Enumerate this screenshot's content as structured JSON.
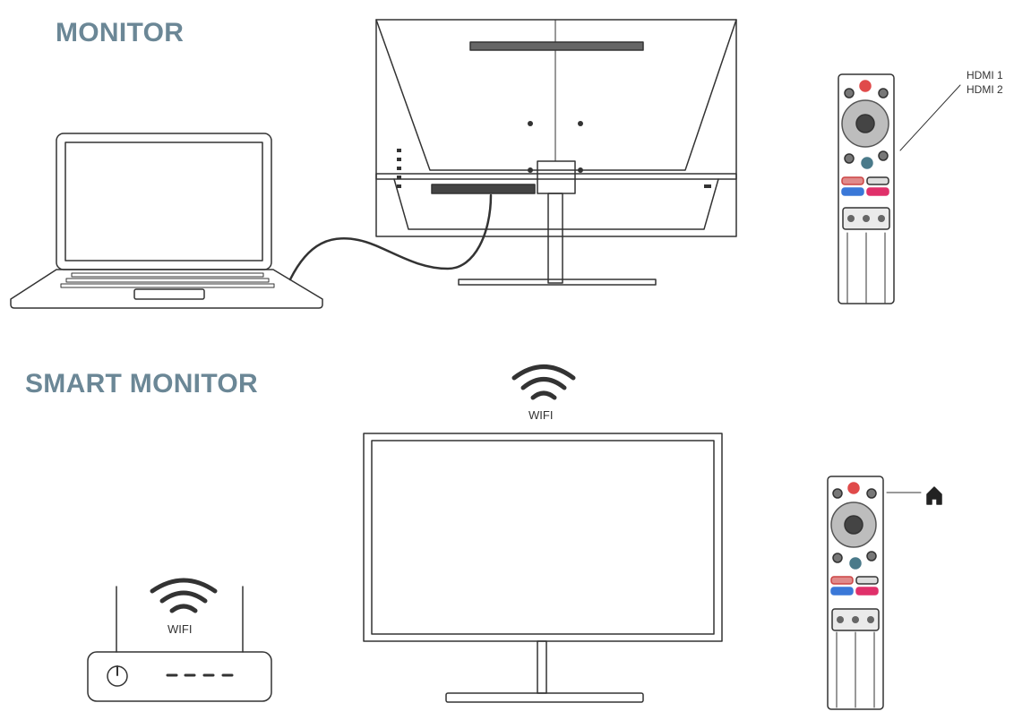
{
  "sections": {
    "monitor_title": "MONITOR",
    "smart_monitor_title": "SMART MONITOR"
  },
  "labels": {
    "hdmi_1": "HDMI 1",
    "hdmi_2": "HDMI 2",
    "wifi_monitor": "WIFI",
    "wifi_router": "WIFI"
  },
  "colors": {
    "title": "#6b8796",
    "line": "#333333",
    "accent_red": "#e04a4a",
    "accent_pink": "#e0306a",
    "accent_blue": "#3a78d8",
    "accent_teal": "#4a7a8a"
  },
  "icons": [
    "laptop-icon",
    "monitor-back-icon",
    "remote-control-icon",
    "wifi-icon",
    "router-icon",
    "smart-monitor-icon",
    "home-icon",
    "power-icon"
  ]
}
